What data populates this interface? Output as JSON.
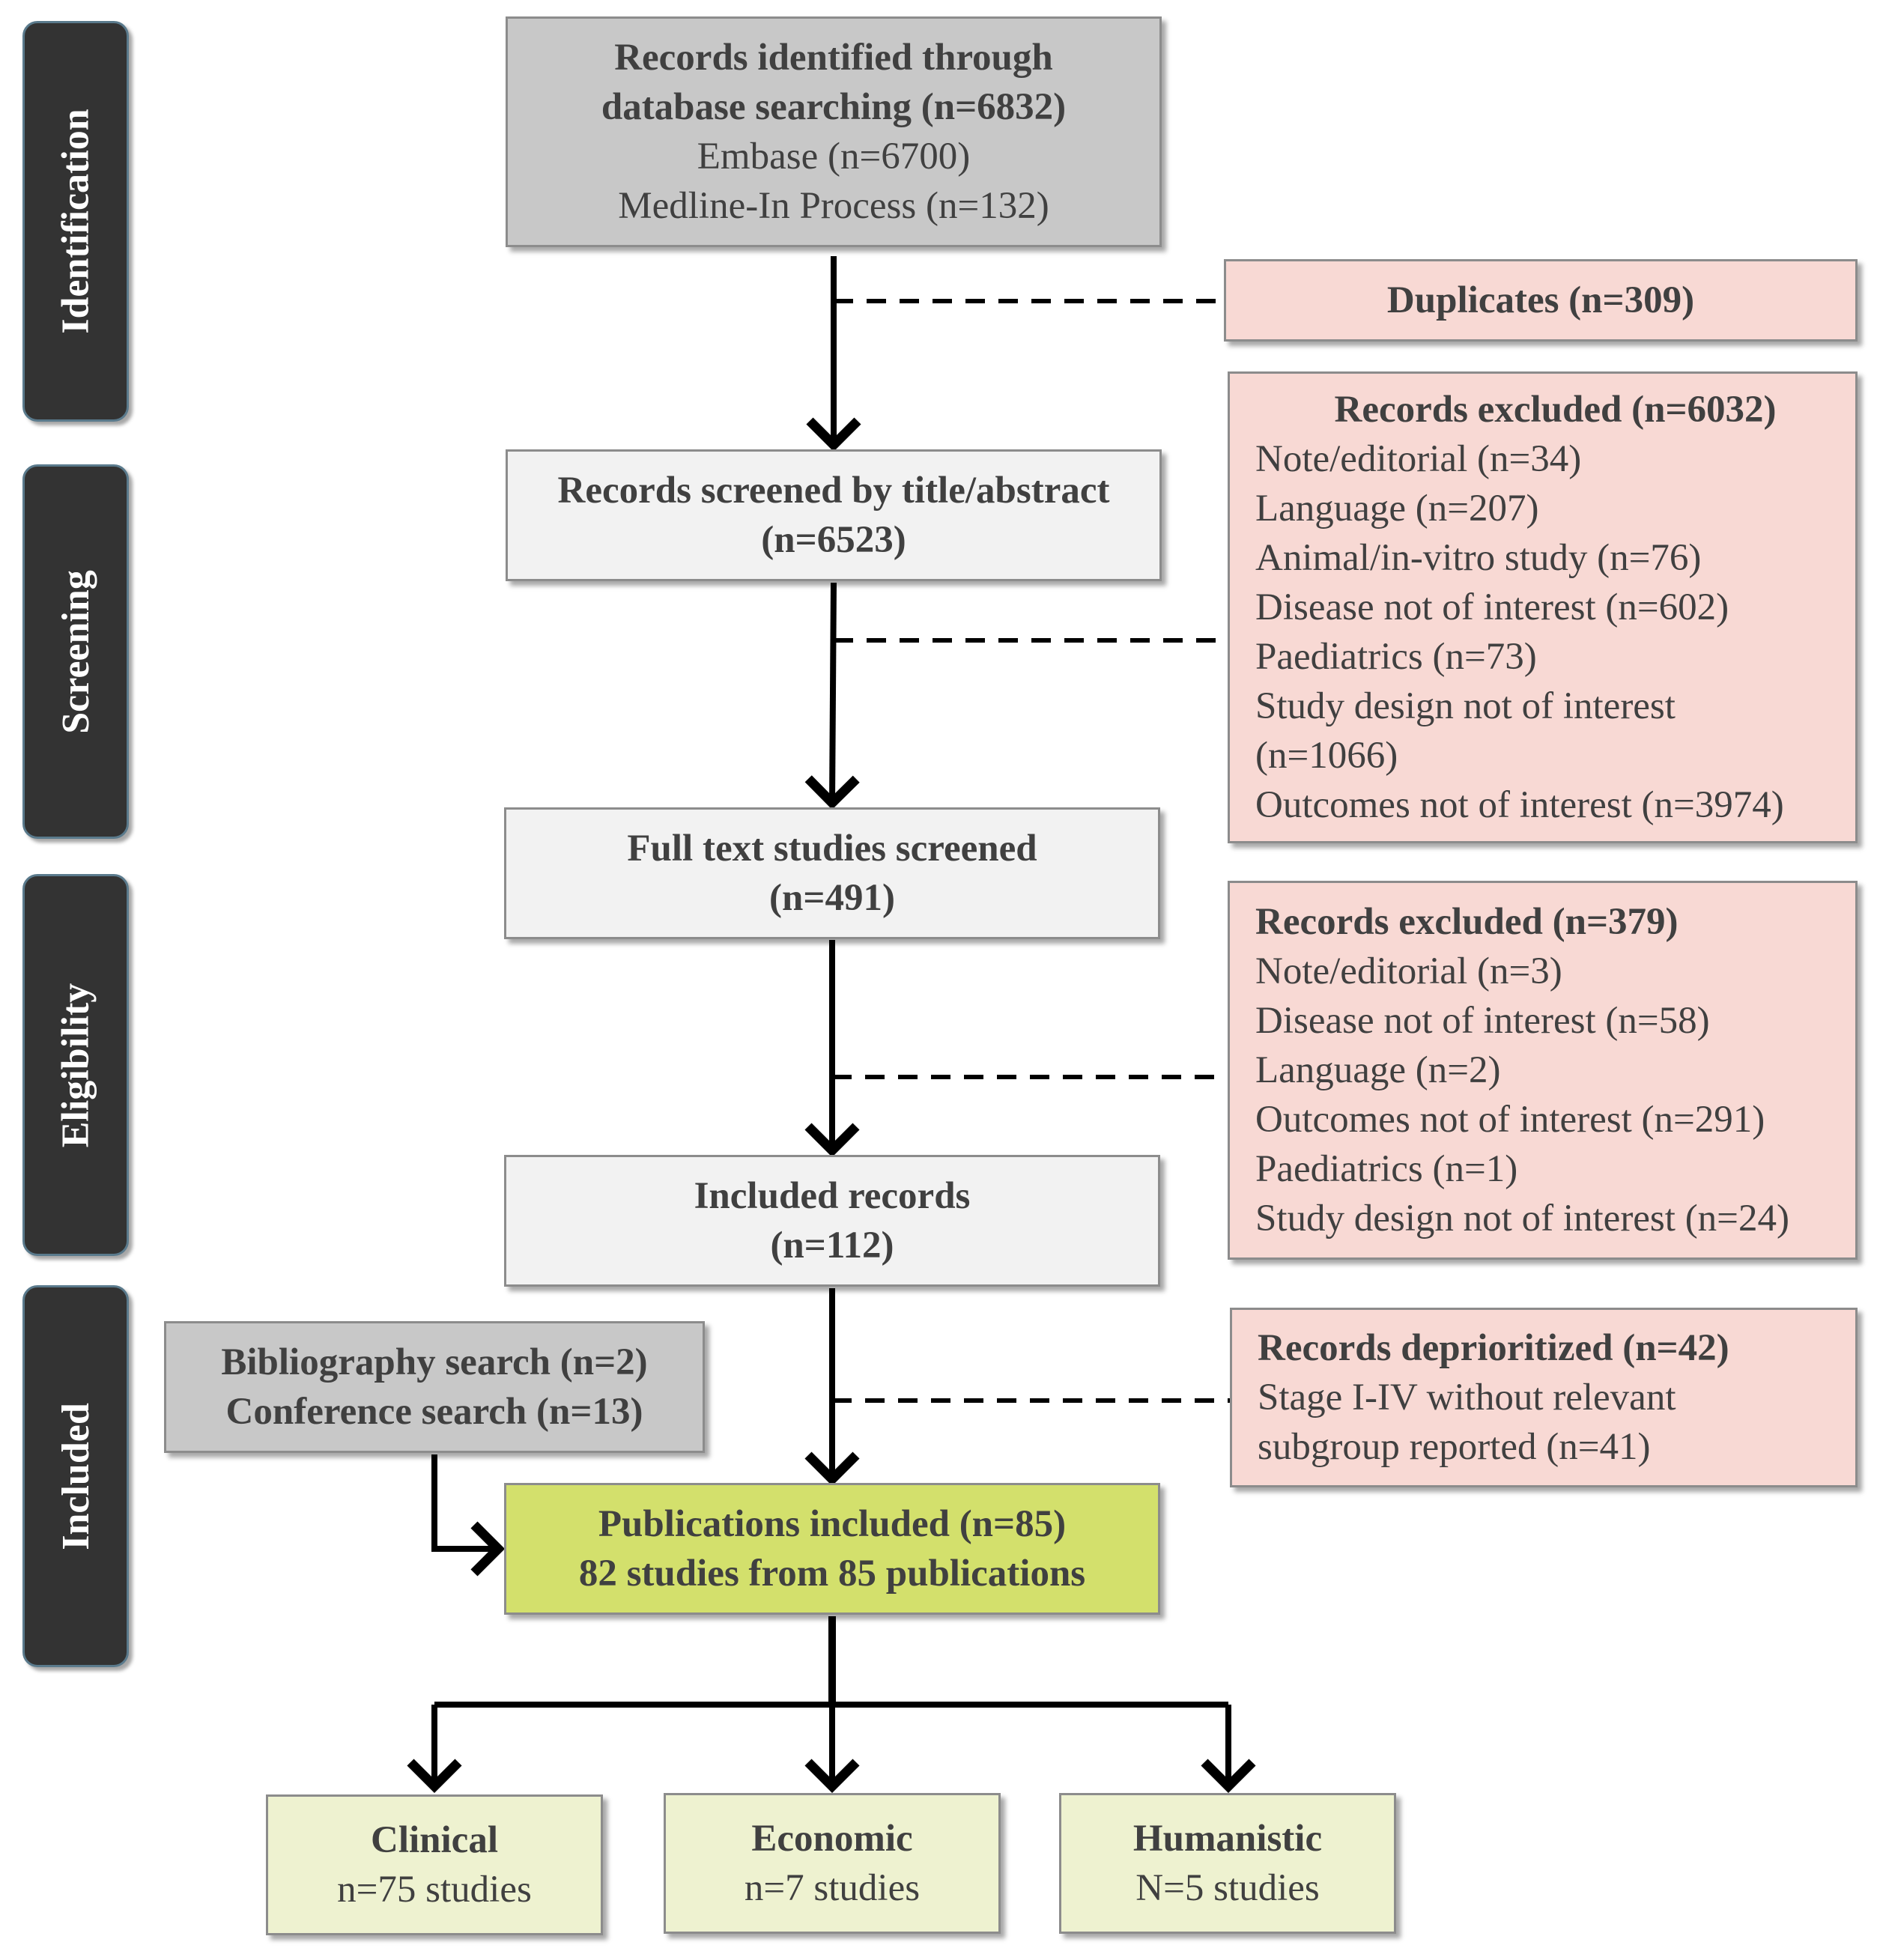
{
  "phases": [
    "Identification",
    "Screening",
    "Eligibility",
    "Included"
  ],
  "identified": {
    "title_lines": [
      "Records identified through",
      "database searching (n=6832)"
    ],
    "detail_lines": [
      "Embase (n=6700)",
      "Medline-In Process (n=132)"
    ]
  },
  "duplicates": "Duplicates (n=309)",
  "screened": [
    "Records screened by title/abstract",
    "(n=6523)"
  ],
  "excluded_screening": {
    "title": "Records excluded (n=6032)",
    "items": [
      "Note/editorial (n=34)",
      "Language (n=207)",
      "Animal/in-vitro study (n=76)",
      "Disease not of interest (n=602)",
      "Paediatrics (n=73)",
      "Study design not of interest",
      "(n=1066)",
      "Outcomes not of interest (n=3974)"
    ]
  },
  "fulltext": [
    "Full text studies screened",
    "(n=491)"
  ],
  "excluded_eligibility": {
    "title": "Records excluded (n=379)",
    "items": [
      "Note/editorial (n=3)",
      "Disease not of interest (n=58)",
      "Language (n=2)",
      "Outcomes not of interest (n=291)",
      "Paediatrics (n=1)",
      "Study design not of interest (n=24)"
    ]
  },
  "included_records": [
    "Included records",
    "(n=112)"
  ],
  "other_sources": [
    "Bibliography search (n=2)",
    "Conference search (n=13)"
  ],
  "deprioritized": {
    "title": "Records deprioritized (n=42)",
    "items": [
      "Stage I-IV without relevant",
      "subgroup reported (n=41)"
    ]
  },
  "publications": [
    "Publications included (n=85)",
    "82 studies from 85 publications"
  ],
  "outcomes": [
    {
      "title": "Clinical",
      "detail": "n=75 studies"
    },
    {
      "title": "Economic",
      "detail": "n=7 studies"
    },
    {
      "title": "Humanistic",
      "detail": "N=5 studies"
    }
  ]
}
